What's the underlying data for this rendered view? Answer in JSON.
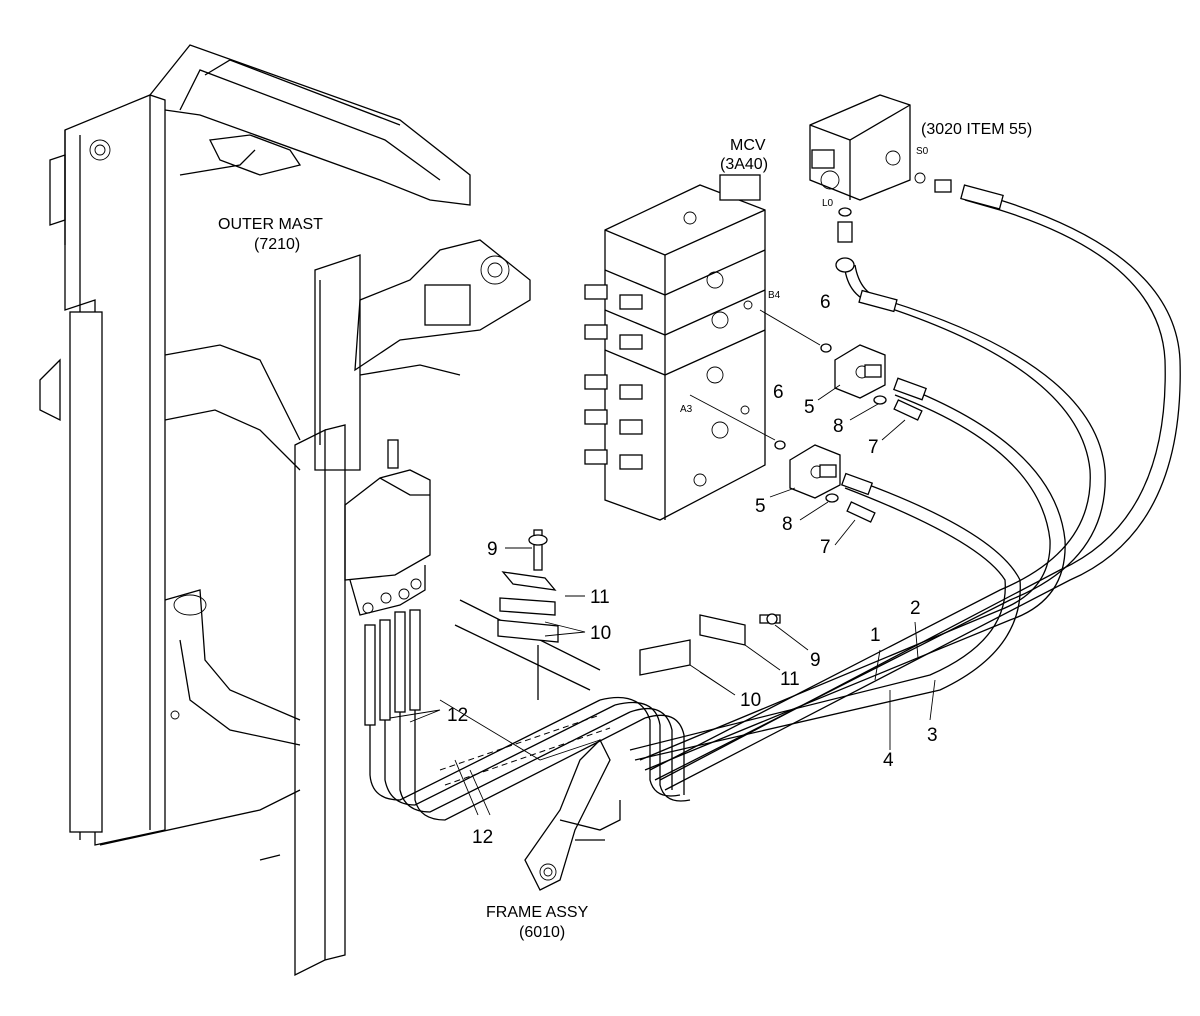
{
  "labels": {
    "outer_mast": "OUTER MAST",
    "outer_mast_code": "(7210)",
    "mcv": "MCV",
    "mcv_code": "(3A40)",
    "valve_ref": "(3020 ITEM 55)",
    "frame_assy": "FRAME ASSY",
    "frame_assy_code": "(6010)"
  },
  "ports": {
    "s0": "S0",
    "l0": "L0",
    "b4": "B4",
    "a3": "A3"
  },
  "callouts": {
    "c1": "1",
    "c2": "2",
    "c3": "3",
    "c4": "4",
    "c5a": "5",
    "c5b": "5",
    "c6a": "6",
    "c6b": "6",
    "c7a": "7",
    "c7b": "7",
    "c8a": "8",
    "c8b": "8",
    "c9a": "9",
    "c9b": "9",
    "c10a": "10",
    "c10b": "10",
    "c11a": "11",
    "c11b": "11",
    "c12a": "12",
    "c12b": "12"
  }
}
